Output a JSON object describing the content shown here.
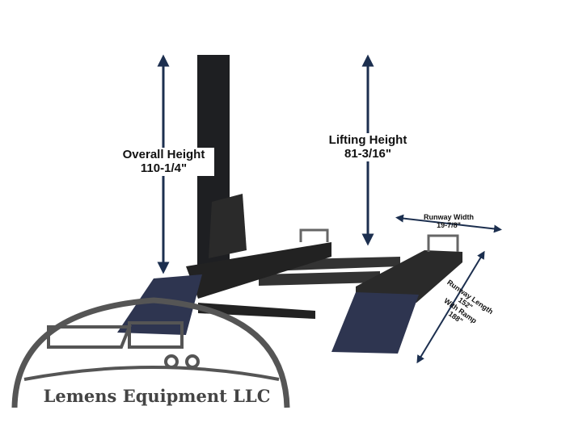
{
  "dimensions": {
    "overall_height": {
      "label": "Overall Height",
      "value": "110-1/4\""
    },
    "lifting_height": {
      "label": "Lifting Height",
      "value": "81-3/16\""
    },
    "runway_width": {
      "label": "Runway Width",
      "value": "19-7/8\""
    },
    "runway_length": {
      "label": "Runway Length",
      "value": "152\"",
      "ramp_label": "With Ramp",
      "ramp_value": "188\""
    }
  },
  "logo": {
    "text": "Lemens Equipment LLC"
  },
  "colors": {
    "arrow": "#1c2f4f",
    "lift": "#1e1f22",
    "ramp": "#2e3550",
    "logo": "#555555"
  }
}
